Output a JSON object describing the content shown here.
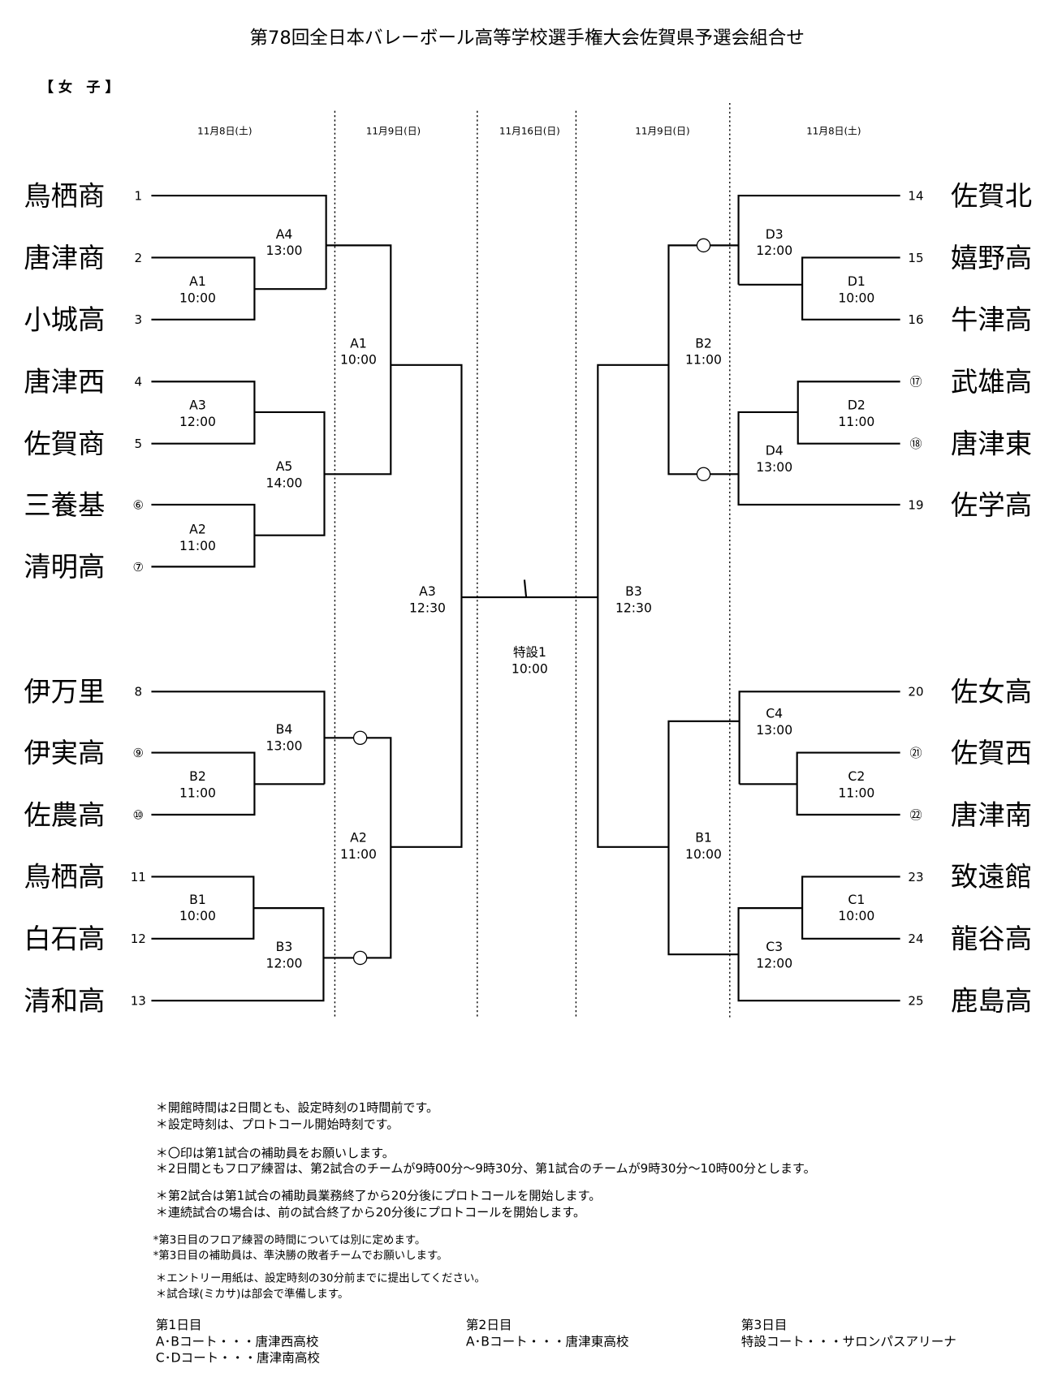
{
  "title": "第78回全日本バレーボール高等学校選手権大会佐賀県予選会組合せ",
  "section": "【 女　子 】",
  "dates": [
    "11月8日(土)",
    "11月9日(日)",
    "11月16日(日)",
    "11月9日(日)",
    "11月8日(土)"
  ],
  "left_teams": [
    {
      "num": "1",
      "name": "鳥栖商"
    },
    {
      "num": "2",
      "name": "唐津商"
    },
    {
      "num": "3",
      "name": "小城高"
    },
    {
      "num": "4",
      "name": "唐津西"
    },
    {
      "num": "5",
      "name": "佐賀商"
    },
    {
      "num": "⑥",
      "name": "三養基"
    },
    {
      "num": "⑦",
      "name": "清明高"
    },
    {
      "num": "8",
      "name": "伊万里"
    },
    {
      "num": "⑨",
      "name": "伊実高"
    },
    {
      "num": "⑩",
      "name": "佐農高"
    },
    {
      "num": "11",
      "name": "鳥栖高"
    },
    {
      "num": "12",
      "name": "白石高"
    },
    {
      "num": "13",
      "name": "清和高"
    }
  ],
  "right_teams": [
    {
      "num": "14",
      "name": "佐賀北"
    },
    {
      "num": "15",
      "name": "嬉野高"
    },
    {
      "num": "16",
      "name": "牛津高"
    },
    {
      "num": "⑰",
      "name": "武雄高"
    },
    {
      "num": "⑱",
      "name": "唐津東"
    },
    {
      "num": "19",
      "name": "佐学高"
    },
    {
      "num": "20",
      "name": "佐女高"
    },
    {
      "num": "㉑",
      "name": "佐賀西"
    },
    {
      "num": "㉒",
      "name": "唐津南"
    },
    {
      "num": "23",
      "name": "致遠館"
    },
    {
      "num": "24",
      "name": "龍谷高"
    },
    {
      "num": "25",
      "name": "鹿島高"
    }
  ],
  "matches": {
    "l_a4": {
      "code": "A4",
      "time": "13:00"
    },
    "l_a1": {
      "code": "A1",
      "time": "10:00"
    },
    "l_a3": {
      "code": "A3",
      "time": "12:00"
    },
    "l_a5": {
      "code": "A5",
      "time": "14:00"
    },
    "l_a2": {
      "code": "A2",
      "time": "11:00"
    },
    "l_d2a1": {
      "code": "A1",
      "time": "10:00"
    },
    "l_b4": {
      "code": "B4",
      "time": "13:00"
    },
    "l_b2": {
      "code": "B2",
      "time": "11:00"
    },
    "l_b1": {
      "code": "B1",
      "time": "10:00"
    },
    "l_b3": {
      "code": "B3",
      "time": "12:00"
    },
    "l_d2a2": {
      "code": "A2",
      "time": "11:00"
    },
    "l_semi": {
      "code": "A3",
      "time": "12:30"
    },
    "final": {
      "code": "特設1",
      "time": "10:00"
    },
    "r_semi": {
      "code": "B3",
      "time": "12:30"
    },
    "r_d3": {
      "code": "D3",
      "time": "12:00"
    },
    "r_d1": {
      "code": "D1",
      "time": "10:00"
    },
    "r_b2": {
      "code": "B2",
      "time": "11:00"
    },
    "r_d2": {
      "code": "D2",
      "time": "11:00"
    },
    "r_d4": {
      "code": "D4",
      "time": "13:00"
    },
    "r_c4": {
      "code": "C4",
      "time": "13:00"
    },
    "r_c2": {
      "code": "C2",
      "time": "11:00"
    },
    "r_b1": {
      "code": "B1",
      "time": "10:00"
    },
    "r_c1": {
      "code": "C1",
      "time": "10:00"
    },
    "r_c3": {
      "code": "C3",
      "time": "12:00"
    }
  },
  "notes": [
    "＊開館時間は2日間とも、設定時刻の1時間前です。",
    "＊設定時刻は、プロトコール開始時刻です。",
    "＊〇印は第1試合の補助員をお願いします。",
    "＊2日間ともフロア練習は、第2試合のチームが9時00分～9時30分、第1試合のチームが9時30分～10時00分とします。",
    "＊第2試合は第1試合の補助員業務終了から20分後にプロトコールを開始します。",
    "＊連続試合の場合は、前の試合終了から20分後にプロトコールを開始します。",
    "*第3日目のフロア練習の時間については別に定めます。",
    "*第3日目の補助員は、準決勝の敗者チームでお願いします。",
    "＊エントリー用紙は、設定時刻の30分前までに提出してください。",
    "＊試合球(ミカサ)は部会で準備します。"
  ],
  "venues": [
    {
      "day": "第1日目",
      "lines": [
        "A･Bコート・・・唐津西高校",
        "C･Dコート・・・唐津南高校"
      ]
    },
    {
      "day": "第2日目",
      "lines": [
        "A･Bコート・・・唐津東高校"
      ]
    },
    {
      "day": "第3日目",
      "lines": [
        "特設コート・・・サロンパスアリーナ"
      ]
    }
  ]
}
